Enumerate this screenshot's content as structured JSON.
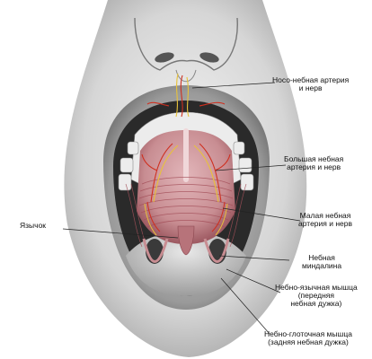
{
  "labels": {
    "nasopalatine": [
      "Носо-небная артерия",
      "и нерв"
    ],
    "greater_palatine": [
      "Большая небная",
      "артерия и нерв"
    ],
    "lesser_palatine": [
      "Малая небная",
      "артерия и нерв"
    ],
    "palatine_tonsil": [
      "Небная",
      "миндалина"
    ],
    "palatoglossal": [
      "Небно-язычная мышца",
      "(передняя",
      "небная дужка)"
    ],
    "palatopharyngeal": [
      "Небно-глоточная мышца",
      "(задняя небная дужка)"
    ],
    "uvula": [
      "Язычок"
    ]
  },
  "colors": {
    "skin_dark": "#9a9a9a",
    "skin_light": "#e4e4e4",
    "oral_cavity": "#2a2a2a",
    "palate_mucosa": "#c88d92",
    "muscle_fiber": "#a4505a",
    "artery": "#cf2f1f",
    "nerve": "#e8c23a",
    "teeth": "#ececec",
    "leader_line": "#222222"
  }
}
